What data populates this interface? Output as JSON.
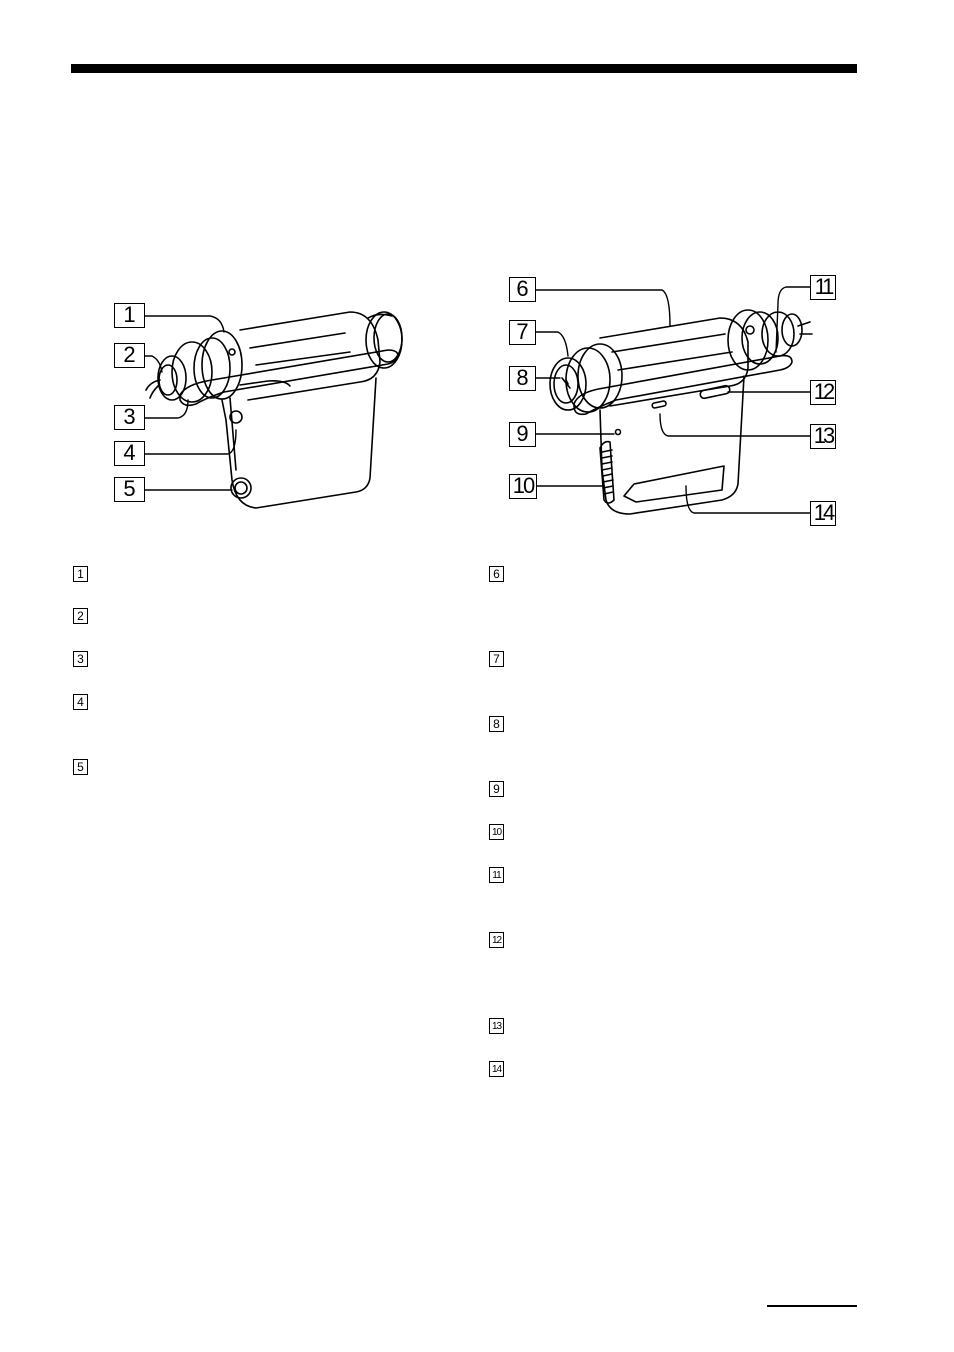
{
  "figure_callouts_front": [
    "1",
    "2",
    "3",
    "4",
    "5"
  ],
  "figure_callouts_back": [
    "6",
    "7",
    "8",
    "9",
    "10",
    "11",
    "12",
    "13",
    "14"
  ],
  "list_left": [
    "1",
    "2",
    "3",
    "4",
    "5"
  ],
  "list_right": [
    "6",
    "7",
    "8",
    "9",
    "10",
    "11",
    "12",
    "13",
    "14"
  ]
}
